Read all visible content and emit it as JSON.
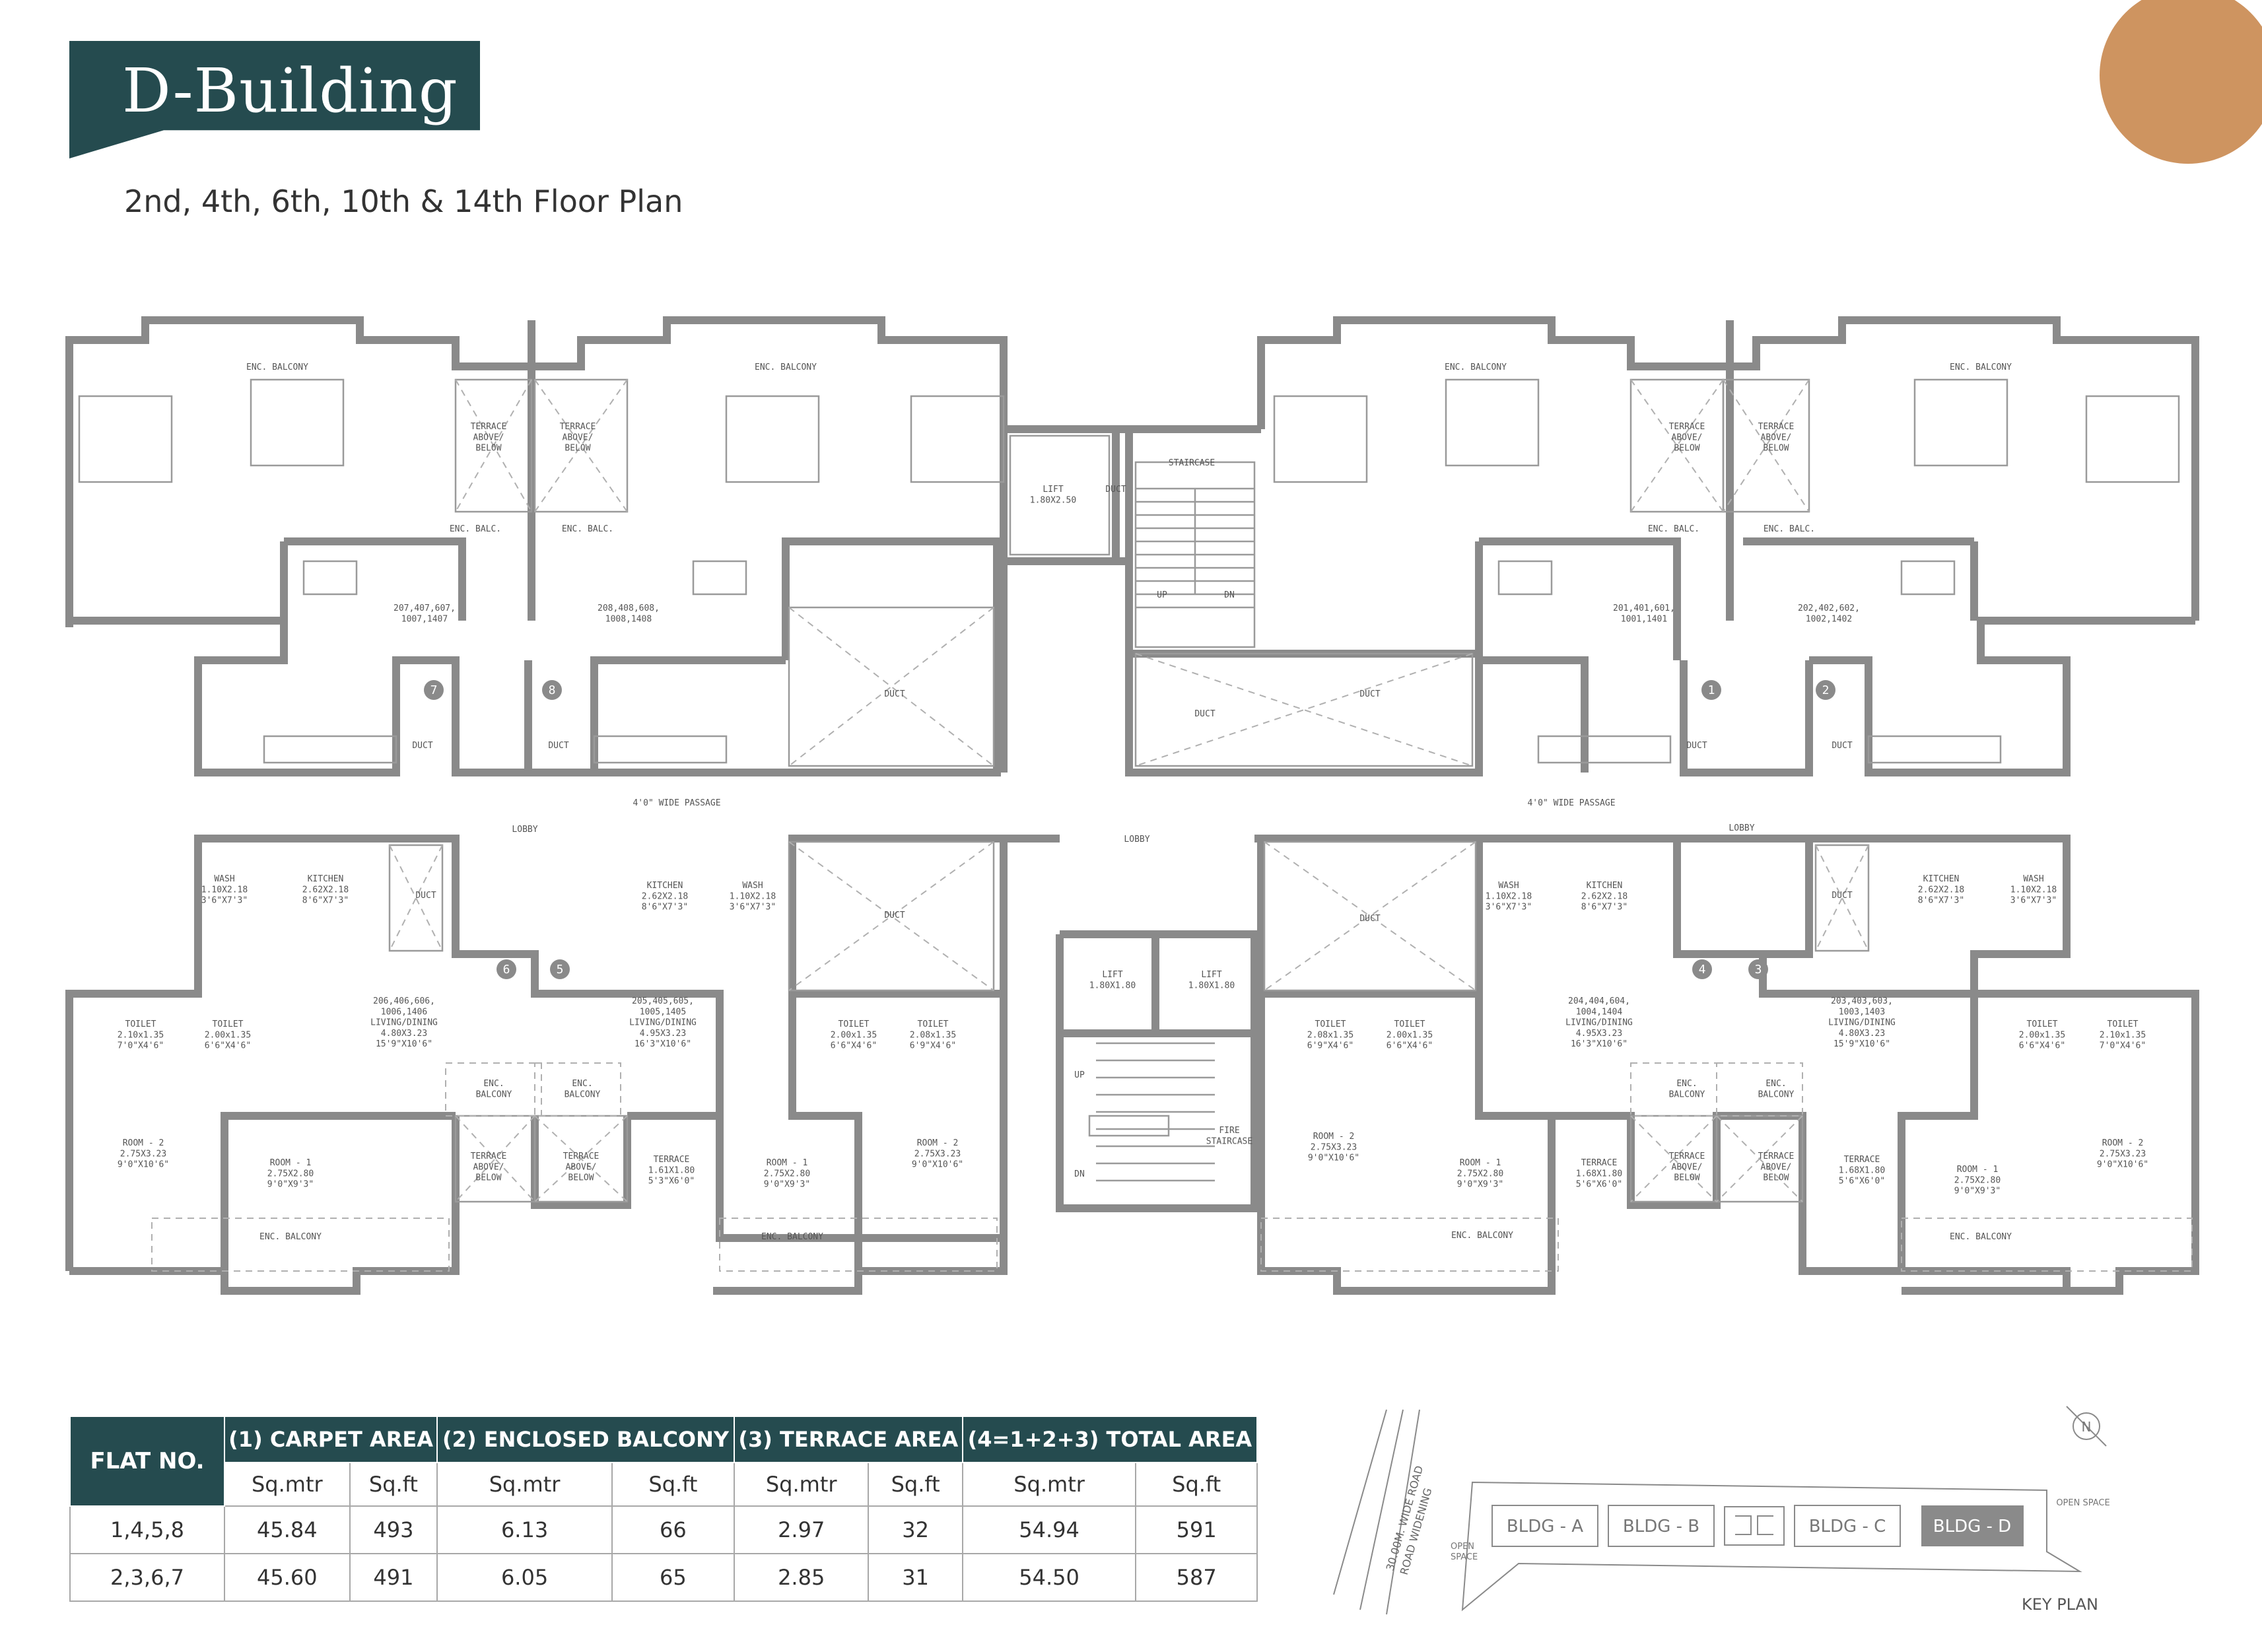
{
  "header": {
    "title": "D-Building",
    "subtitle": "2nd, 4th, 6th, 10th & 14th Floor Plan"
  },
  "colors": {
    "accent": "#254b4f",
    "circle": "#ce9460",
    "walls": "#8a8a8a",
    "active_bldg": "#8a8a8a"
  },
  "plan": {
    "labels": {
      "enc_balcony": "ENC. BALCONY",
      "enc_balc": "ENC. BALC.",
      "terrace_above_below": [
        "TERRACE",
        "ABOVE/",
        "BELOW"
      ],
      "lift_top": [
        "LIFT",
        "1.80X2.50"
      ],
      "duct": "DUCT",
      "staircase": "STAIRCASE",
      "up": "UP",
      "dn": "DN",
      "passage": "4'0\" WIDE PASSAGE",
      "lobby": "LOBBY",
      "lift_small": [
        "LIFT",
        "1.80X1.80"
      ],
      "fire_staircase": [
        "FIRE",
        "STAIRCASE"
      ],
      "encbalcony_lines": [
        "ENC.",
        "BALCONY"
      ]
    },
    "flat_numbers": {
      "f7": "207,407,607,\n1007,1407",
      "f8": "208,408,608,\n1008,1408",
      "f1": "201,401,601,\n1001,1401",
      "f2": "202,402,602,\n1002,1402"
    },
    "flat_lines": {
      "f7": [
        "207,407,607,",
        "1007,1407"
      ],
      "f8": [
        "208,408,608,",
        "1008,1408"
      ],
      "f1": [
        "201,401,601,",
        "1001,1401"
      ],
      "f2": [
        "202,402,602,",
        "1002,1402"
      ],
      "f6": [
        "206,406,606,",
        "1006,1406"
      ],
      "f5": [
        "205,405,605,",
        "1005,1405"
      ],
      "f4": [
        "204,404,604,",
        "1004,1404"
      ],
      "f3": [
        "203,403,603,",
        "1003,1403"
      ]
    },
    "markers": [
      "7",
      "8",
      "1",
      "2",
      "6",
      "5",
      "4",
      "3"
    ],
    "wash": [
      "WASH",
      "1.10X2.18",
      "3'6\"X7'3\""
    ],
    "kitchen": [
      "KITCHEN",
      "2.62X2.18",
      "8'6\"X7'3\""
    ],
    "living_a": [
      "LIVING/DINING",
      "4.80X3.23",
      "15'9\"X10'6\""
    ],
    "living_b": [
      "LIVING/DINING",
      "4.95X3.23",
      "16'3\"X10'6\""
    ],
    "toilet_a": [
      "TOILET",
      "2.10x1.35",
      "7'0\"X4'6\""
    ],
    "toilet_b": [
      "TOILET",
      "2.00x1.35",
      "6'6\"X4'6\""
    ],
    "toilet_c": [
      "TOILET",
      "2.08x1.35",
      "6'9\"X4'6\""
    ],
    "room2": [
      "ROOM - 2",
      "2.75X3.23",
      "9'0\"X10'6\""
    ],
    "room1": [
      "ROOM - 1",
      "2.75X2.80",
      "9'0\"X9'3\""
    ],
    "terrace_a": [
      "TERRACE",
      "1.61X1.80",
      "5'3\"X6'0\""
    ],
    "terrace_b": [
      "TERRACE",
      "1.68X1.80",
      "5'6\"X6'0\""
    ]
  },
  "table": {
    "flat_no_label": "FLAT NO.",
    "groups": [
      "(1) CARPET AREA",
      "(2) ENCLOSED BALCONY",
      "(3) TERRACE AREA",
      "(4=1+2+3) TOTAL AREA"
    ],
    "units": [
      "Sq.mtr",
      "Sq.ft",
      "Sq.mtr",
      "Sq.ft",
      "Sq.mtr",
      "Sq.ft",
      "Sq.mtr",
      "Sq.ft"
    ],
    "rows": [
      [
        "1,4,5,8",
        "45.84",
        "493",
        "6.13",
        "66",
        "2.97",
        "32",
        "54.94",
        "591"
      ],
      [
        "2,3,6,7",
        "45.60",
        "491",
        "6.05",
        "65",
        "2.85",
        "31",
        "54.50",
        "587"
      ]
    ]
  },
  "key_plan": {
    "road": [
      "30.00M. WIDE ROAD",
      "ROAD WIDENING"
    ],
    "open_space": [
      "OPEN",
      "SPACE"
    ],
    "open_space_right": "OPEN SPACE",
    "buildings": [
      "BLDG - A",
      "BLDG - B",
      "BLDG - C",
      "BLDG - D"
    ],
    "label": "KEY PLAN",
    "north": "N"
  }
}
